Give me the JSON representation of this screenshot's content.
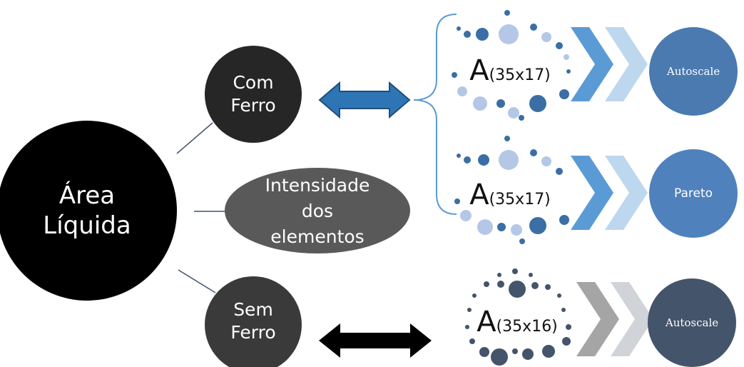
{
  "main_node": {
    "line1": "Área",
    "line2": "Líquida"
  },
  "branches": {
    "com_ferro": {
      "line1": "Com",
      "line2": "Ferro"
    },
    "intensidade": {
      "line1": "Intensidade",
      "line2": "dos",
      "line3": "elementos"
    },
    "sem_ferro": {
      "line1": "Sem",
      "line2": "Ferro"
    }
  },
  "matrices": [
    {
      "letter": "A",
      "dims": "(35x17)"
    },
    {
      "letter": "A",
      "dims": "(35x17)"
    },
    {
      "letter": "A",
      "dims": "(35x16)"
    }
  ],
  "results": [
    {
      "label": "Autoscale"
    },
    {
      "label": "Pareto"
    },
    {
      "label": "Autoscale"
    }
  ],
  "colors": {
    "main_node": "#000000",
    "branch_node": "#262626",
    "intensity_node": "#595959",
    "blue_dot_dark": "#3a6ea5",
    "blue_dot_light": "#b4c7e7",
    "navy_dot": "#44546a",
    "autoscale_1": "#4a7ab0",
    "pareto": "#4f81bd",
    "autoscale_2": "#44546a",
    "chevron_blue": "#5b9bd5",
    "chevron_blue_light": "#bdd7ee",
    "chevron_grey": "#a5a5a5",
    "chevron_grey_light": "#d0d3d8",
    "arrow_blue": "#2e75b6"
  }
}
